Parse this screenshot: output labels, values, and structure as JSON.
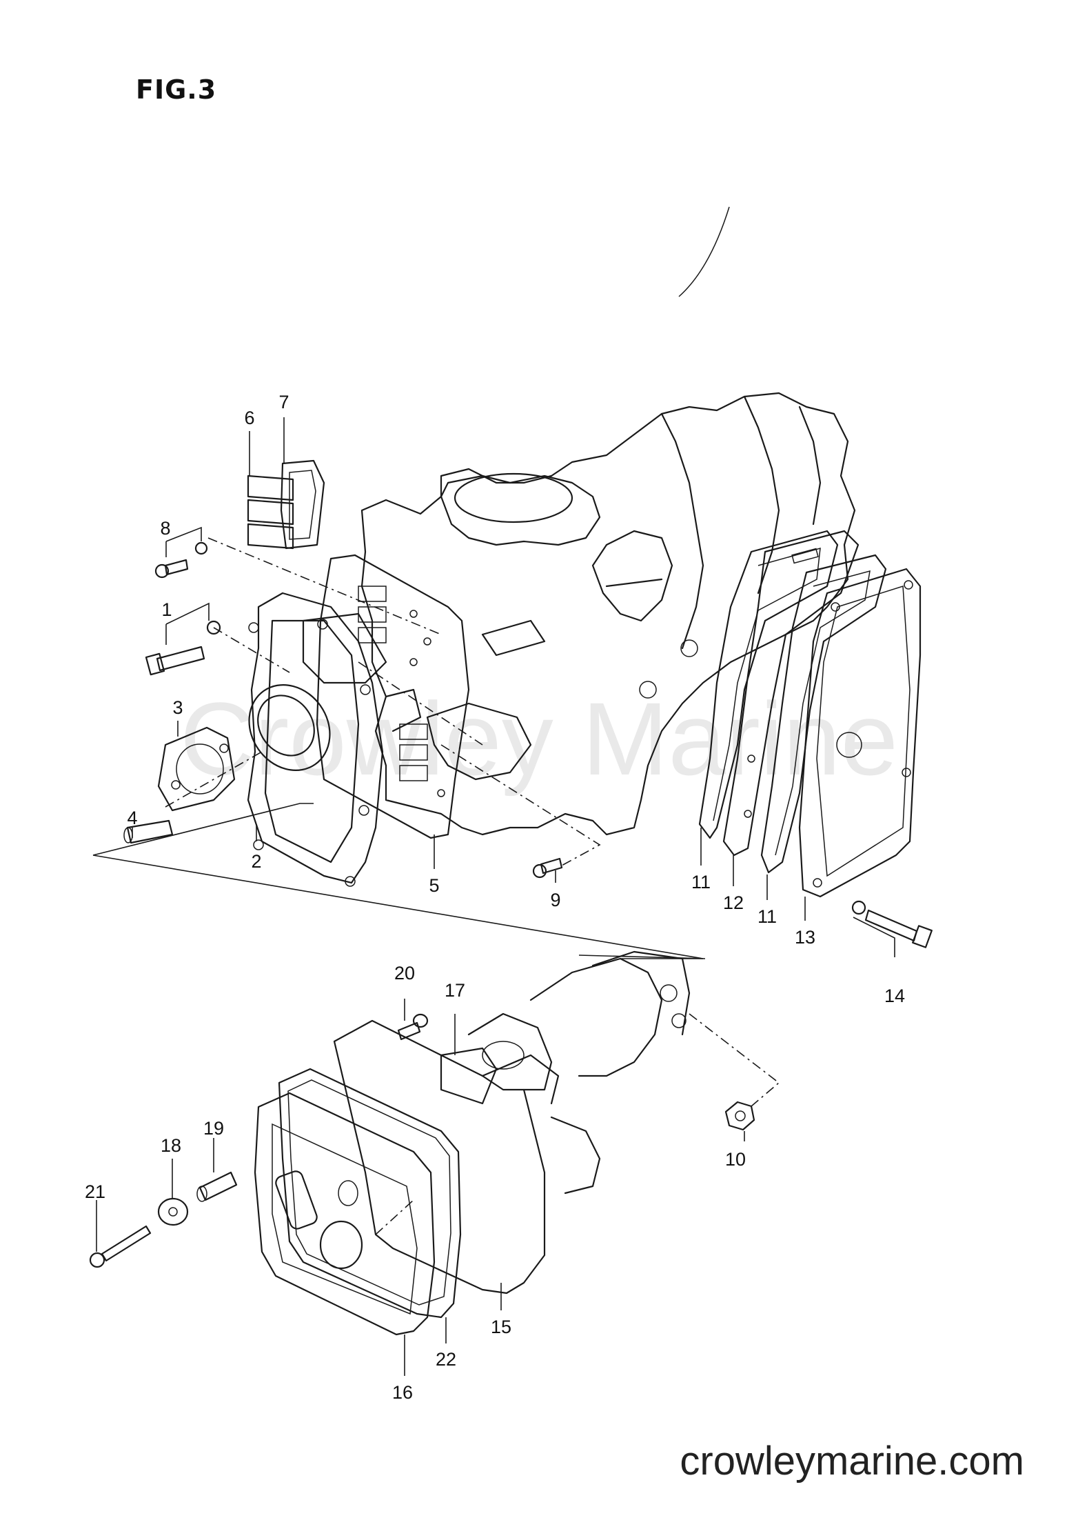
{
  "figure": {
    "title": "FIG.3"
  },
  "watermark": "Crowley Marine",
  "footer": "crowleymarine.com",
  "callouts": [
    {
      "id": "c1",
      "label": "1"
    },
    {
      "id": "c2",
      "label": "2"
    },
    {
      "id": "c3",
      "label": "3"
    },
    {
      "id": "c4",
      "label": "4"
    },
    {
      "id": "c5",
      "label": "5"
    },
    {
      "id": "c6",
      "label": "6"
    },
    {
      "id": "c7",
      "label": "7"
    },
    {
      "id": "c8",
      "label": "8"
    },
    {
      "id": "c9",
      "label": "9"
    },
    {
      "id": "c10",
      "label": "10"
    },
    {
      "id": "c11a",
      "label": "11"
    },
    {
      "id": "c11b",
      "label": "11"
    },
    {
      "id": "c12",
      "label": "12"
    },
    {
      "id": "c13",
      "label": "13"
    },
    {
      "id": "c14",
      "label": "14"
    },
    {
      "id": "c15",
      "label": "15"
    },
    {
      "id": "c16",
      "label": "16"
    },
    {
      "id": "c17",
      "label": "17"
    },
    {
      "id": "c18",
      "label": "18"
    },
    {
      "id": "c19",
      "label": "19"
    },
    {
      "id": "c20",
      "label": "20"
    },
    {
      "id": "c21",
      "label": "21"
    },
    {
      "id": "c22",
      "label": "22"
    }
  ]
}
